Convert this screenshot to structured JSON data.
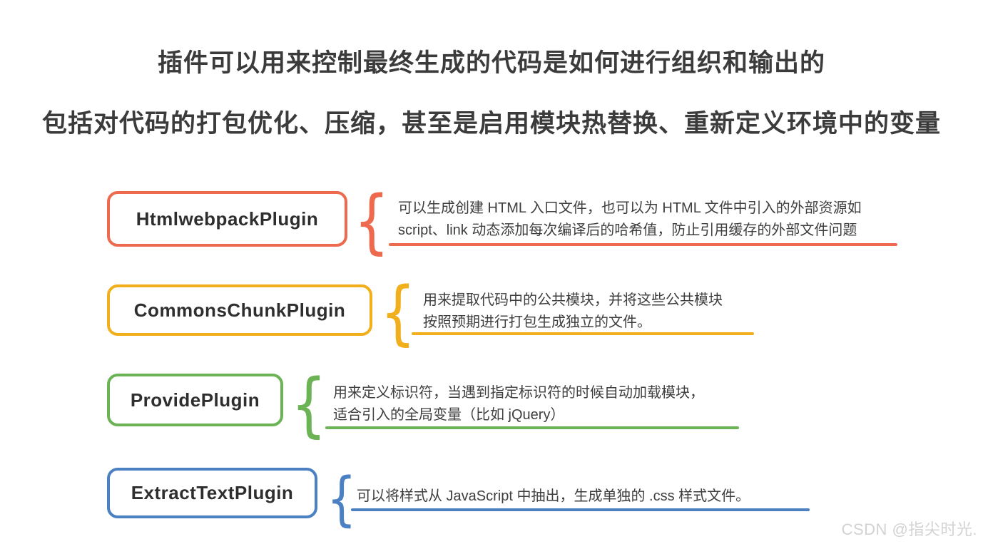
{
  "title": {
    "line1": "插件可以用来控制最终生成的代码是如何进行组织和输出的",
    "line2": "包括对代码的打包优化、压缩，甚至是启用模块热替换、重新定义环境中的变量"
  },
  "brace_glyph": "{",
  "plugins": [
    {
      "name": "HtmlwebpackPlugin",
      "color": "#ee6a4f",
      "desc": [
        "可以生成创建 HTML 入口文件，也可以为 HTML 文件中引入的外部资源如",
        "script、link 动态添加每次编译后的哈希值，防止引用缓存的外部文件问题"
      ]
    },
    {
      "name": "CommonsChunkPlugin",
      "color": "#f2af1d",
      "desc": [
        "用来提取代码中的公共模块，并将这些公共模块",
        "按照预期进行打包生成独立的文件。"
      ]
    },
    {
      "name": "ProvidePlugin",
      "color": "#6cb355",
      "desc": [
        "用来定义标识符，当遇到指定标识符的时候自动加载模块，",
        "适合引入的全局变量（比如 jQuery）"
      ]
    },
    {
      "name": "ExtractTextPlugin",
      "color": "#4b80c3",
      "desc": [
        "可以将样式从 JavaScript 中抽出，生成单独的 .css 样式文件。"
      ]
    }
  ],
  "watermark": "CSDN @指尖时光."
}
